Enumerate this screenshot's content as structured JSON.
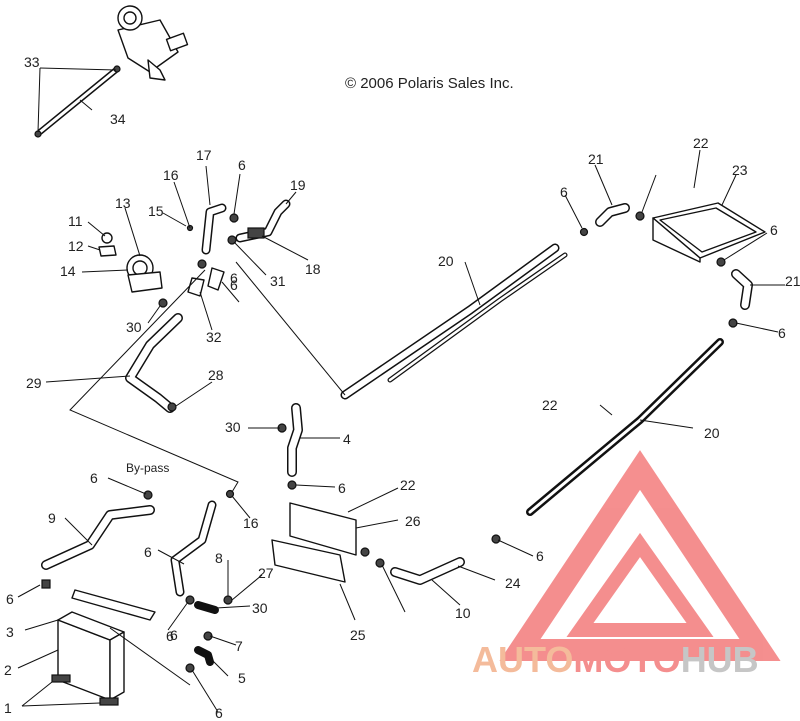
{
  "copyright": "© 2006 Polaris Sales Inc.",
  "bypass_label": "By-pass",
  "watermark": {
    "part1": "AUTO",
    "part2": "MOTO",
    "part3": "HUB",
    "color_main": "#f3b08a",
    "color_accent": "#f37b7b",
    "color_dark": "#bdbdbd"
  },
  "callouts": [
    "33",
    "34",
    "17",
    "16",
    "6",
    "19",
    "15",
    "13",
    "11",
    "12",
    "14",
    "18",
    "31",
    "6",
    "30",
    "32",
    "29",
    "28",
    "21",
    "6",
    "22",
    "23",
    "6",
    "21",
    "6",
    "6",
    "20",
    "22",
    "20",
    "30",
    "4",
    "6",
    "22",
    "26",
    "6",
    "9",
    "6",
    "8",
    "27",
    "16",
    "30",
    "7",
    "6",
    "3",
    "6",
    "25",
    "6",
    "10",
    "24",
    "2",
    "6",
    "5",
    "1",
    "6",
    "6"
  ]
}
